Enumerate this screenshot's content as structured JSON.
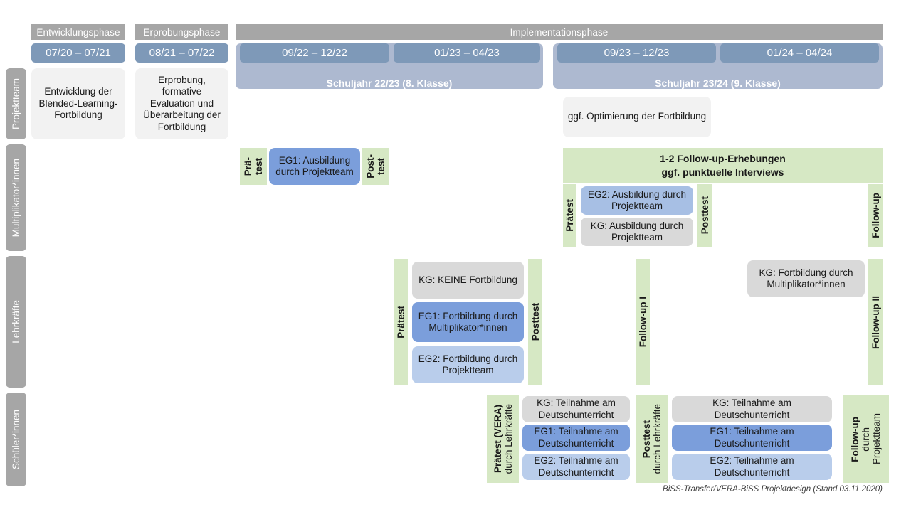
{
  "title": "BiSS-Transfer/VERA-BiSS Projektdesign",
  "colors": {
    "phase_header_gray": "#a6a6a6",
    "date_bar_blue": "#7e99b8",
    "year_band_blue": "#adb9d0",
    "green_test": "#d6e8c4",
    "eg1_blue": "#7b9edb",
    "eg2_blue": "#b9cdeb",
    "kg_gray": "#d9d9d9",
    "neutral_gray": "#f2f2f2"
  },
  "phases": [
    {
      "label": "Entwicklungsphase"
    },
    {
      "label": "Erprobungsphase"
    },
    {
      "label": "Implementationsphase"
    }
  ],
  "date_bars": [
    {
      "label": "07/20 – 07/21"
    },
    {
      "label": "08/21 – 07/22"
    },
    {
      "label": "09/22 – 12/22"
    },
    {
      "label": "01/23 – 04/23"
    },
    {
      "label": "09/23 – 12/23"
    },
    {
      "label": "01/24 – 04/24"
    }
  ],
  "school_years": [
    {
      "label": "Schuljahr 22/23 (8. Klasse)"
    },
    {
      "label": "Schuljahr 23/24 (9. Klasse)"
    }
  ],
  "row_labels": [
    {
      "label": "Projektteam"
    },
    {
      "label": "Multiplikator*innen"
    },
    {
      "label": "Lehrkräfte"
    },
    {
      "label": "Schüler*innen"
    }
  ],
  "projektteam": {
    "entwicklung": "Entwicklung der Blended-Learning-Fortbildung",
    "erprobung": "Erprobung, formative Evaluation und Überarbeitung der Fortbildung",
    "optimierung": "ggf. Optimierung der Fortbildung"
  },
  "multiplikatoren": {
    "praetest_1": "Prä-\ntest",
    "praetest_1_l1": "Prä-",
    "praetest_1_l2": "test",
    "eg1": "EG1: Ausbildung durch Projektteam",
    "posttest_1_l1": "Post-",
    "posttest_1_l2": "test",
    "followup_band_l1": "1-2 Follow-up-Erhebungen",
    "followup_band_l2": "ggf. punktuelle Interviews",
    "praetest_2": "Prätest",
    "eg2": "EG2:  Ausbildung durch Projektteam",
    "kg": "KG: Ausbildung durch Projektteam",
    "posttest_2": "Posttest",
    "followup": "Follow-up"
  },
  "lehrkraefte": {
    "praetest": "Prätest",
    "kg_keine": "KG:  KEINE Fortbildung",
    "eg1": "EG1: Fortbildung durch Multiplikator*innen",
    "eg2": "EG2: Fortbildung durch Projektteam",
    "posttest": "Posttest",
    "followup_1": "Follow-up I",
    "kg_fortbildung": "KG: Fortbildung durch Multiplikator*innen",
    "followup_2": "Follow-up II"
  },
  "schueler": {
    "praetest_bold": "Prätest (VERA)",
    "praetest_reg": "durch Lehrkräfte",
    "kg_left": "KG: Teilnahme am Deutschunterricht",
    "eg1_left": "EG1: Teilnahme am Deutschunterricht",
    "eg2_left": "EG2: Teilnahme am Deutschunterricht",
    "posttest_bold": "Posttest",
    "posttest_reg": "durch Lehrkräfte",
    "kg_right": "KG: Teilnahme am Deutschunterricht",
    "eg1_right": "EG1: Teilnahme am Deutschunterricht",
    "eg2_right": "EG2: Teilnahme am Deutschunterricht",
    "followup_bold": "Follow-up",
    "followup_reg1": "durch",
    "followup_reg2": "Projektteam"
  },
  "footer": "BiSS-Transfer/VERA-BiSS Projektdesign (Stand 03.11.2020)"
}
